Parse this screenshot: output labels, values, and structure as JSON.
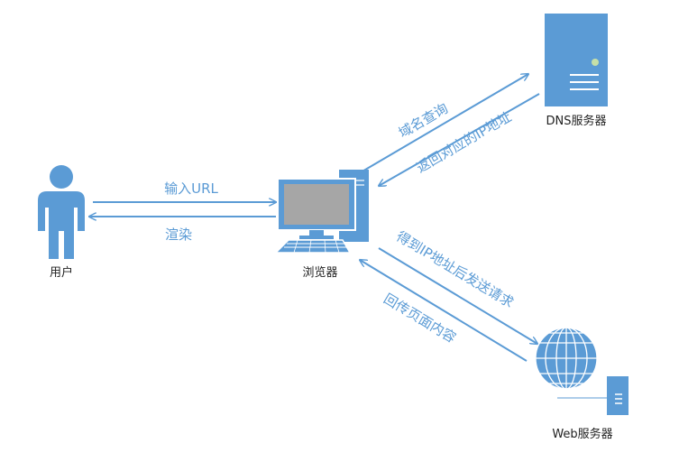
{
  "colors": {
    "primary": "#5b9bd5",
    "screen": "#a6a6a6",
    "label": "#222222",
    "server_led": "#c6e0a8"
  },
  "nodes": {
    "user": {
      "label": "用户",
      "icon": "person-icon"
    },
    "browser": {
      "label": "浏览器",
      "icon": "computer-icon"
    },
    "dns": {
      "label": "DNS服务器",
      "icon": "server-tower-icon"
    },
    "web": {
      "label": "Web服务器",
      "icon": "globe-server-icon"
    }
  },
  "edges": {
    "input_url": "输入URL",
    "render": "渲染",
    "domain_query": "域名查询",
    "return_ip": "返回对应的IP地址",
    "send_request": "得到IP地址后发送请求",
    "return_content": "回传页面内容"
  }
}
